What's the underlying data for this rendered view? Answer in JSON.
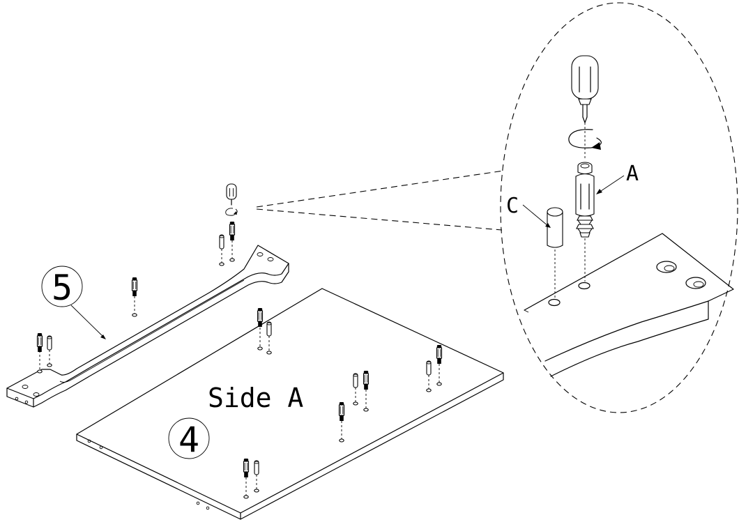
{
  "labels": {
    "panel_5": "5",
    "panel_4": "4",
    "side": "Side A",
    "part_a": "A",
    "part_c": "C"
  },
  "icons": [
    "screwdriver-icon",
    "rotation-arrow-icon",
    "cam-bolt-icon",
    "wooden-dowel-icon"
  ]
}
